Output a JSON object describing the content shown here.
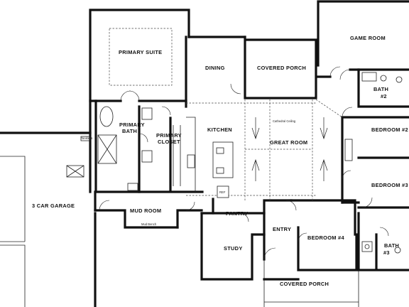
{
  "rooms": {
    "game_room": "GAME ROOM",
    "primary_suite": "PRIMARY SUITE",
    "dining": "DINING",
    "covered_porch_rear": "COVERED PORCH",
    "bath2": "BATH",
    "bath2_num": "#2",
    "bedroom2": "BEDROOM #2",
    "primary_bath_line1": "PRIMARY",
    "primary_bath_line2": "BATH",
    "primary_closet_line1": "PRIMARY",
    "primary_closet_line2": "CLOSET",
    "kitchen": "KITCHEN",
    "great_room": "GREAT ROOM",
    "bedroom3": "BEDROOM #3",
    "garage": "3 CAR GARAGE",
    "mud_room": "MUD ROOM",
    "pantry": "PANTRY",
    "entry": "ENTRY",
    "bedroom4": "BEDROOM #4",
    "bath3": "BATH",
    "bath3_num": "#3",
    "study": "STUDY",
    "covered_porch_front": "COVERED PORCH"
  },
  "notes": {
    "mud_bench": "Mud Bench",
    "ref": "REF",
    "great_room_ceiling": "Cathedral Ceiling",
    "tankless": "Tankless"
  },
  "colors": {
    "wall": "#111111",
    "background": "#ffffff"
  }
}
